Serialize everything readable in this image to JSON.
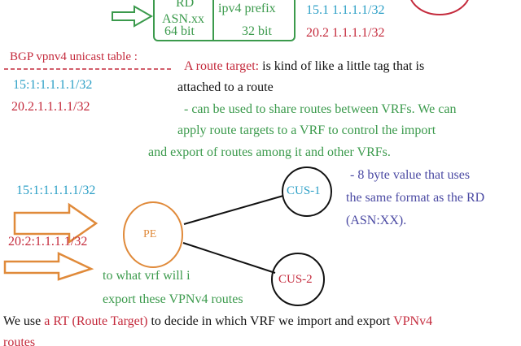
{
  "colors": {
    "cyan": "#2c9fc6",
    "red": "#c42a3c",
    "green": "#3b9a4c",
    "blue": "#4b4aa3",
    "orange": "#e08a3a"
  },
  "rd_box": {
    "left_top": "RD",
    "left_mid": "ASN.xx",
    "left_bottom": "64 bit",
    "right_top": "ipv4 prefix",
    "right_bottom": "32 bit"
  },
  "top_routes": [
    "15.1 1.1.1.1/32",
    "20.2 1.1.1.1/32"
  ],
  "table": {
    "title": "BGP vpnv4 unicast table :",
    "rows": [
      "15:1:1.1.1.1/32",
      "20.2.1.1.1.1/32"
    ]
  },
  "route_target": {
    "term": "A route target:",
    "line1_rest": " is kind of like a little tag that is",
    "line2": "attached to a route",
    "green_lines": [
      "- can be used to share routes between VRFs. We can",
      "apply route targets to a VRF to control the import",
      "and export of routes among it and other VRFs."
    ],
    "blue_lines": [
      "- 8 byte value that uses",
      "the same format as the RD",
      "(ASN:XX)."
    ]
  },
  "diagram": {
    "route1": "15:1:1.1.1.1/32",
    "route2": "20:2:1.1.1.1/32",
    "pe": "PE",
    "cus1": "CUS-1",
    "cus2": "CUS-2",
    "question": [
      "to what vrf will i",
      "export these VPNv4 routes"
    ]
  },
  "summary": {
    "p1": "We use ",
    "p2": "a RT (Route Target)",
    "p3": " to decide in which VRF we import and export ",
    "p4": "VPNv4",
    "p5": "routes"
  }
}
